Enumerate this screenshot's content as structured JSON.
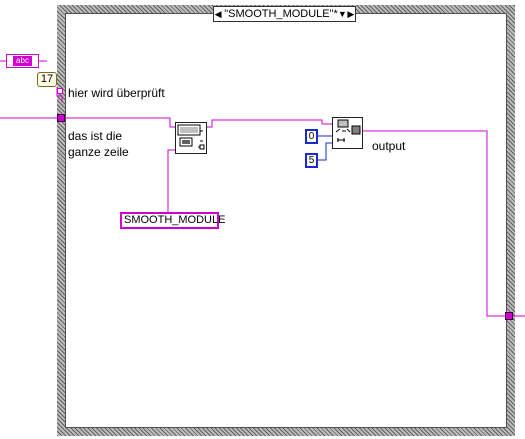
{
  "case_structure": {
    "selector_label": "\"SMOOTH_MODULE\"*",
    "prev_icon": "triangle-left-icon",
    "next_icon": "triangle-down-icon"
  },
  "constants": {
    "string_abc": "abc",
    "numeric_17": "17",
    "smooth_module": "SMOOTH_MODULE",
    "int_0": "0",
    "int_5": "5"
  },
  "comments": {
    "hier": "hier wird überprüft",
    "zeile_line1": "das ist die",
    "zeile_line2": "ganze zeile",
    "output": "output"
  },
  "colors": {
    "string_wire": "#d000d0",
    "int_wire": "#1a2ad0",
    "frame": "#8a8a8a"
  },
  "icons": {
    "search_split_node": "search-split-string-icon",
    "string_subset_node": "string-subset-icon"
  }
}
